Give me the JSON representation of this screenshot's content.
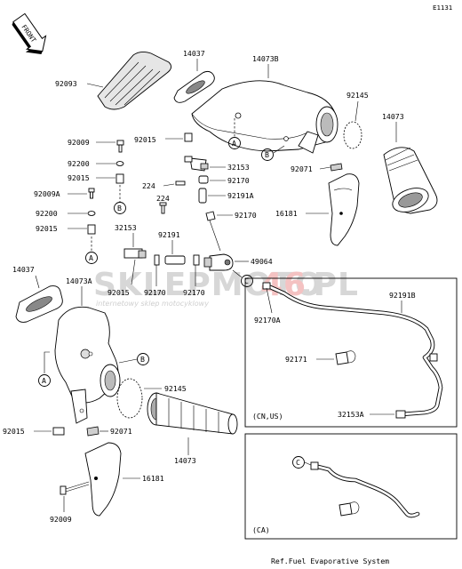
{
  "diagram_code": "E1131",
  "front_label": "FRONT",
  "watermark": {
    "part1": "SKLEPMOTO",
    "part2": "46",
    "part3": ".PL",
    "subtitle": "internetowy sklep motocyklowy"
  },
  "callouts": {
    "a": "A",
    "b": "B",
    "c": "C"
  },
  "parts": {
    "p92093": "92093",
    "p14037_top": "14037",
    "p14073B": "14073B",
    "p92145_top": "92145",
    "p14073_top": "14073",
    "p92009_top": "92009",
    "p92015_a": "92015",
    "p92200_a": "92200",
    "p92015_b": "92015",
    "p92009A": "92009A",
    "p92200_b": "92200",
    "p92015_c": "92015",
    "p32153_a": "32153",
    "p92170_a": "92170",
    "p224_a": "224",
    "p92191A": "92191A",
    "p224_b": "224",
    "p92170_b": "92170",
    "p16181_top": "16181",
    "p92071_top": "92071",
    "p32153_b": "32153",
    "p92191": "92191",
    "p49064": "49064",
    "p92015_d": "92015",
    "p92170_c": "92170",
    "p92170_d": "92170",
    "p14037_bot": "14037",
    "p14073A": "14073A",
    "p92170A": "92170A",
    "p92191B": "92191B",
    "p92171": "92171",
    "p32153A": "32153A",
    "p92145_bot": "92145",
    "p92015_e": "92015",
    "p92071_bot": "92071",
    "p14073_bot": "14073",
    "p16181_bot": "16181",
    "p92009_bot": "92009"
  },
  "regions": {
    "cn_us": "(CN,US)",
    "ca": "(CA)"
  },
  "footer_note": "Ref.Fuel Evaporative System"
}
